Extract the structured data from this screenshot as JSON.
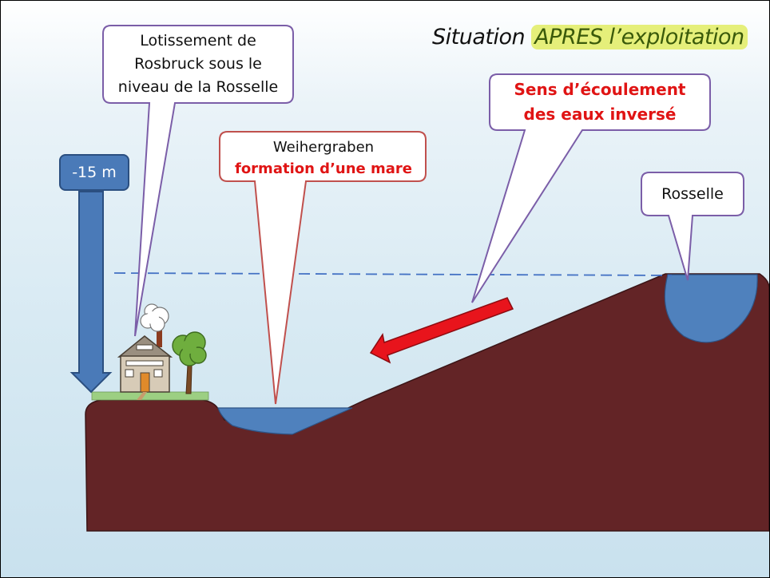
{
  "title": {
    "prefix": "Situation ",
    "highlight": "APRES l’exploitation"
  },
  "callouts": {
    "lotissement": {
      "line1": "Lotissement de",
      "line2": "Rosbruck sous le",
      "line3": "niveau de la Rosselle"
    },
    "weihergraben": {
      "line1": "Weihergraben",
      "line2": "formation d’une mare"
    },
    "sens": {
      "line1": "Sens d’écoulement",
      "line2": "des eaux inversé"
    },
    "rosselle": {
      "line1": "Rosselle"
    }
  },
  "depth_marker": {
    "label": "-15 m"
  },
  "colors": {
    "ground": "#632426",
    "water": "#4f81bd",
    "arrow_blue": "#4a7ab8",
    "flow_arrow": "#e8141c",
    "callout_border_purple": "#7b5ea8",
    "callout_border_red": "#c0504d",
    "title_highlight": "#e5ef7a"
  }
}
